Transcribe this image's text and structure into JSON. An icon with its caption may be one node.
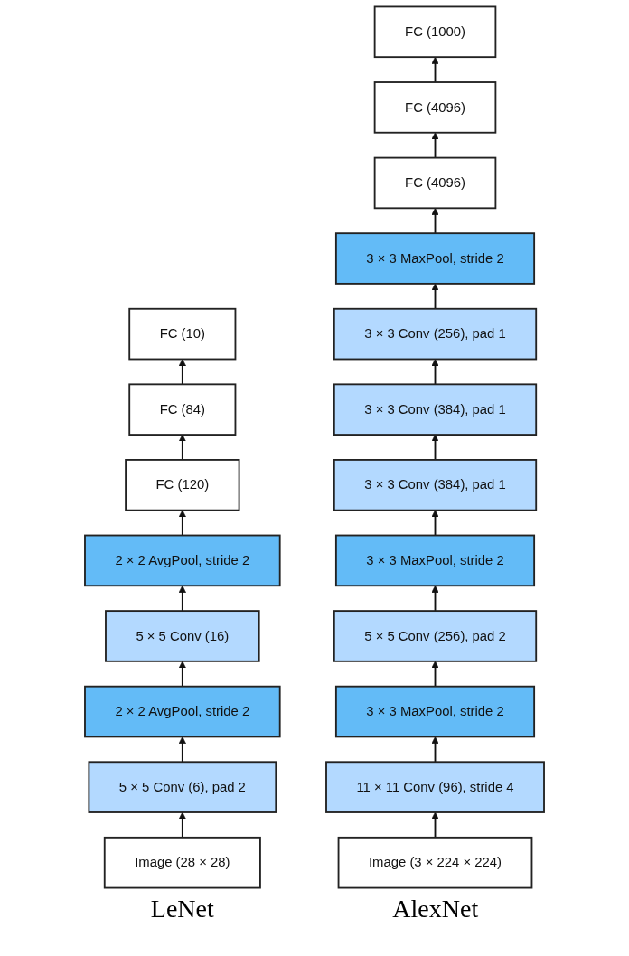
{
  "diagram": {
    "nodes": [
      {
        "text": [
          "Image (28 × 28)"
        ]
      },
      {
        "text": [
          "5 × 5 Conv (6), pad 2"
        ]
      },
      {
        "text": [
          "2 × 2 AvgPool, stride 2"
        ]
      },
      {
        "text": [
          "5 × 5 Conv (16)"
        ]
      },
      {
        "text": [
          "2 × 2 AvgPool, stride 2"
        ]
      },
      {
        "text": [
          "FC (120)"
        ]
      },
      {
        "text": [
          "FC (84)"
        ]
      },
      {
        "text": [
          "FC (10)"
        ]
      },
      {
        "text": [
          "Image (3 × 224 × 224)"
        ]
      },
      {
        "text": [
          "11 × 11 Conv (96), stride 4"
        ]
      },
      {
        "text": [
          "3 × 3 MaxPool, stride 2"
        ]
      },
      {
        "text": [
          "5 × 5 Conv (256), pad 2"
        ]
      },
      {
        "text": [
          "3 × 3 MaxPool, stride 2"
        ]
      },
      {
        "text": [
          "3 × 3 Conv (384), pad 1"
        ]
      },
      {
        "text": [
          "3 × 3 Conv (384), pad 1"
        ]
      },
      {
        "text": [
          "3 × 3 Conv (256), pad 1"
        ]
      },
      {
        "text": [
          "3 × 3 MaxPool, stride 2"
        ]
      },
      {
        "text": [
          "FC (4096)"
        ]
      },
      {
        "text": [
          "FC (4096)"
        ]
      },
      {
        "text": [
          "FC (1000)"
        ]
      }
    ],
    "edges": [
      {
        "from": 0,
        "to": 1,
        "arrow": "to"
      },
      {
        "from": 1,
        "to": 2,
        "arrow": "to"
      },
      {
        "from": 2,
        "to": 3,
        "arrow": "to"
      },
      {
        "from": 3,
        "to": 4,
        "arrow": "to"
      },
      {
        "from": 4,
        "to": 5,
        "arrow": "to"
      },
      {
        "from": 5,
        "to": 6,
        "arrow": "to"
      },
      {
        "from": 6,
        "to": 7,
        "arrow": "to"
      },
      {
        "from": 8,
        "to": 9,
        "arrow": "to"
      },
      {
        "from": 9,
        "to": 10,
        "arrow": "to"
      },
      {
        "from": 10,
        "to": 11,
        "arrow": "to"
      },
      {
        "from": 11,
        "to": 12,
        "arrow": "to"
      },
      {
        "from": 12,
        "to": 13,
        "arrow": "to"
      },
      {
        "from": 13,
        "to": 14,
        "arrow": "to"
      },
      {
        "from": 14,
        "to": 15,
        "arrow": "to"
      },
      {
        "from": 15,
        "to": 16,
        "arrow": "to"
      },
      {
        "from": 16,
        "to": 17,
        "arrow": "to"
      },
      {
        "from": 17,
        "to": 18,
        "arrow": "to"
      },
      {
        "from": 18,
        "to": 19,
        "arrow": "to"
      }
    ],
    "labels": [
      "LeNet",
      "AlexNet"
    ]
  }
}
